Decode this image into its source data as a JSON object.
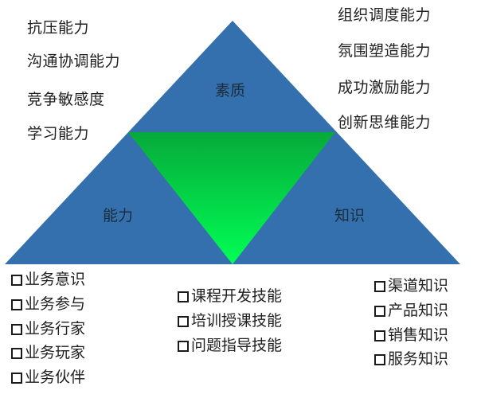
{
  "diagram": {
    "type": "triangle-model",
    "colors": {
      "outer_triangle": "#3470AD",
      "inner_triangle_top": "#07A93A",
      "inner_triangle_bottom": "#00FF55",
      "text": "#1f1f1f"
    },
    "sections": {
      "top": "素质",
      "left": "能力",
      "right": "知识"
    }
  },
  "left_top_list": [
    "抗压能力",
    "沟通协调能力",
    "竞争敏感度",
    "学习能力"
  ],
  "right_top_list": [
    "组织调度能力",
    "氛围塑造能力",
    "成功激励能力",
    "创新思维能力"
  ],
  "bottom_left_list": [
    "业务意识",
    "业务参与",
    "业务行家",
    "业务玩家",
    "业务伙伴"
  ],
  "bottom_center_list": [
    "课程开发技能",
    "培训授课技能",
    "问题指导技能"
  ],
  "bottom_right_list": [
    "渠道知识",
    "产品知识",
    "销售知识",
    "服务知识"
  ]
}
